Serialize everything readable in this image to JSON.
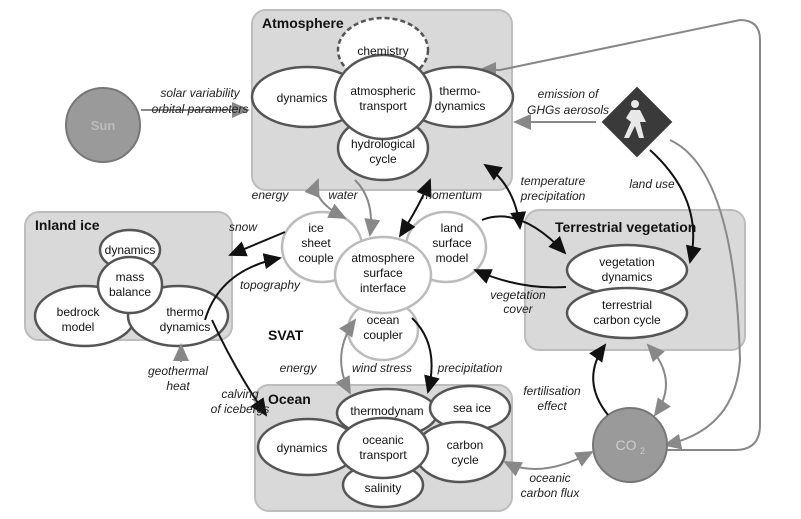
{
  "atmosphere": {
    "title": "Atmosphere",
    "components": [
      "chemistry",
      "dynamics",
      "atmospheric",
      "transport",
      "thermo-",
      "dynamics",
      "hydrological",
      "cycle"
    ]
  },
  "sun": {
    "label": "Sun"
  },
  "solar_arrow": [
    "solar variability",
    "orbital parameters"
  ],
  "human": {
    "labels": [
      "emission of",
      "GHGs aerosols",
      "land use"
    ]
  },
  "inland_ice": {
    "title": "Inland ice",
    "components": [
      "dynamics",
      "mass",
      "balance",
      "bedrock",
      "model",
      "thermo",
      "dynamics"
    ]
  },
  "svat": {
    "title": "SVAT",
    "components": [
      "ice",
      "sheet",
      "couple",
      "land",
      "surface",
      "model",
      "atmosphere",
      "surface",
      "interface",
      "ocean",
      "coupler"
    ]
  },
  "terrestrial": {
    "title": "Terrestrial vegetation",
    "components": [
      "vegetation",
      "dynamics",
      "terrestrial",
      "carbon cycle"
    ]
  },
  "ocean": {
    "title": "Ocean",
    "components": [
      "thermodynam",
      "sea ice",
      "dynamics",
      "oceanic",
      "transport",
      "carbon",
      "cycle",
      "salinity"
    ]
  },
  "co2": {
    "label": "CO",
    "sub": "2"
  },
  "fluxes": {
    "energy_top": "energy",
    "water": "water",
    "momentum": "momentum",
    "temperature": "temperature",
    "precipitation_top": "precipitation",
    "snow": "snow",
    "topography": "topography",
    "vegetation": "vegetation",
    "cover": "cover",
    "geothermal": "geothermal",
    "heat": "heat",
    "calving": "calving",
    "of_icebergs": "of icebergs",
    "energy_bottom": "energy",
    "wind_stress": "wind stress",
    "precipitation_bottom": "precipitation",
    "fertilisation": "fertilisation",
    "effect": "effect",
    "oceanic": "oceanic",
    "carbon_flux": "carbon flux"
  }
}
